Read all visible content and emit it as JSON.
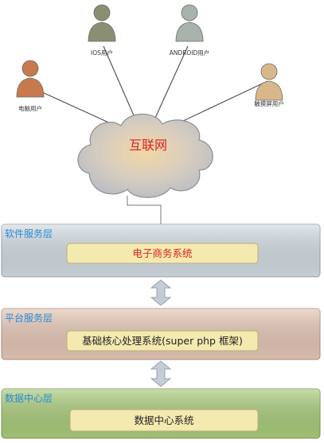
{
  "users": [
    {
      "id": "ios",
      "label": "IOS用户",
      "color": "#8a8f72"
    },
    {
      "id": "android",
      "label": "ANDROID用户",
      "color": "#a7b3ab"
    },
    {
      "id": "pc",
      "label": "电脑用户",
      "color": "#c8794e"
    },
    {
      "id": "touch",
      "label": "触摸屏用户",
      "color": "#d8b88a"
    }
  ],
  "internet": {
    "label": "互联网",
    "label_color": "#e02020"
  },
  "layers": [
    {
      "id": "software",
      "title": "软件服务层",
      "title_color": "#2a8ad6",
      "fill": "#d3dce3",
      "inner_label": "电子商务系统",
      "inner_color": "#e02020",
      "inner_fill": "#f4eab0"
    },
    {
      "id": "platform",
      "title": "平台服务层",
      "title_color": "#2a8ad6",
      "fill": "#e6c7b6",
      "inner_label": "基础核心处理系统(super php 框架)",
      "inner_color": "#222222",
      "inner_fill": "#f4eab0"
    },
    {
      "id": "data",
      "title": "数据中心层",
      "title_color": "#2a8ad6",
      "fill": "#a9cc7a",
      "inner_label": "数据中心系统",
      "inner_color": "#222222",
      "inner_fill": "#f4eab0"
    }
  ],
  "colors": {
    "arrow": "#c4ccd6",
    "line": "#555555"
  }
}
